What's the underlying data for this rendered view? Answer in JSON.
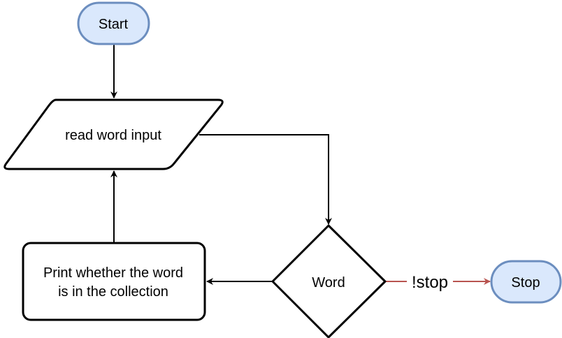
{
  "flowchart": {
    "start": {
      "label": "Start"
    },
    "input": {
      "label": "read word input"
    },
    "decision": {
      "label": "Word"
    },
    "process": {
      "line1": "Print whether the word",
      "line2": "is in the collection"
    },
    "stop": {
      "label": "Stop"
    },
    "edges": {
      "stop_condition": "!stop"
    }
  },
  "colors": {
    "terminal_fill": "#dae8fc",
    "terminal_stroke": "#6c8ebf",
    "stroke": "#000000",
    "stop_edge": "#b85450"
  }
}
